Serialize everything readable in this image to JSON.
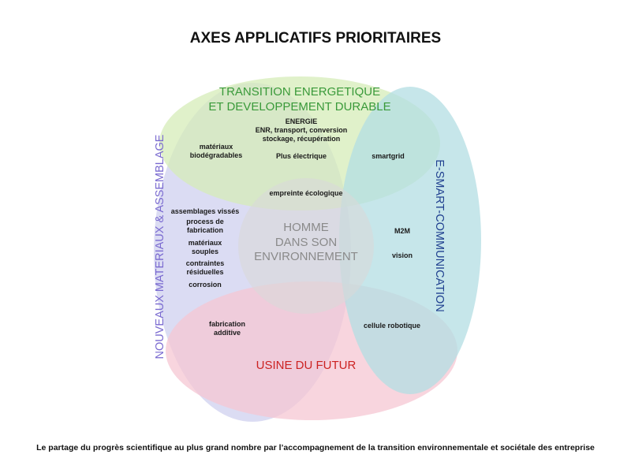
{
  "title": "AXES APPLICATIFS PRIORITAIRES",
  "footer": "Le partage du progrès scientifique au plus grand nombre par l’accompagnement de la transition environnementale et sociétale des entreprise",
  "axes": {
    "energy": [
      "TRANSITION ENERGETIQUE",
      "ET DEVELOPPEMENT DURABLE"
    ],
    "factory": "USINE DU FUTUR",
    "communication": "E-SMART-COMMUNICATION",
    "materials": "NOUVEAUX MATERIAUX & ASSEMBLAGE"
  },
  "center": [
    "HOMME",
    "DANS SON",
    "ENVIRONNEMENT"
  ],
  "labels": {
    "energie": [
      "ENERGIE",
      "ENR, transport, conversion",
      "stockage, récupération"
    ],
    "plus_electrique": "Plus électrique",
    "biodegradables": [
      "matériaux",
      "biodégradables"
    ],
    "smartgrid": "smartgrid",
    "empreinte": "empreinte écologique",
    "materials_list": [
      "assemblages vissés",
      "process de",
      "fabrication",
      "matériaux",
      "souples",
      "contraintes",
      "résiduelles",
      "corrosion"
    ],
    "m2m": "M2M",
    "vision": "vision",
    "fabrication_additive": [
      "fabrication",
      "additive"
    ],
    "cellule_robotique": "cellule robotique"
  },
  "colors": {
    "green": "#d6ecb8",
    "blue": "#b3dde3",
    "red": "#f5c7d3",
    "purple": "#cfd0ef",
    "center": "#d8d8d8"
  }
}
